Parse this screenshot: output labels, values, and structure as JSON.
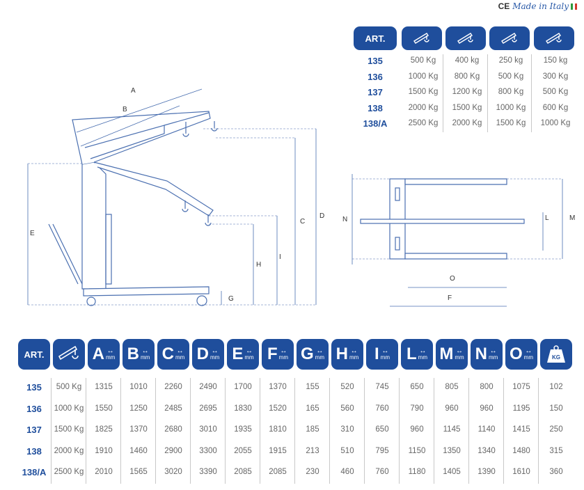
{
  "header": {
    "ce_mark": "CE",
    "made_in": "Made in Italy"
  },
  "capacity_table": {
    "art_label": "ART.",
    "columns": [
      "boom-pos-1-icon",
      "boom-pos-2-icon",
      "boom-pos-3-icon",
      "boom-pos-4-icon"
    ],
    "rows": [
      {
        "art": "135",
        "values": [
          "500 Kg",
          "400 kg",
          "250 kg",
          "150 kg"
        ]
      },
      {
        "art": "136",
        "values": [
          "1000 Kg",
          "800 Kg",
          "500 Kg",
          "300 Kg"
        ]
      },
      {
        "art": "137",
        "values": [
          "1500 Kg",
          "1200 Kg",
          "800 Kg",
          "500 Kg"
        ]
      },
      {
        "art": "138",
        "values": [
          "2000 Kg",
          "1500 Kg",
          "1000 Kg",
          "600 Kg"
        ]
      },
      {
        "art": "138/A",
        "values": [
          "2500 Kg",
          "2000 Kg",
          "1500 Kg",
          "1000 Kg"
        ]
      }
    ]
  },
  "diagram_labels": {
    "side": [
      "A",
      "B",
      "C",
      "D",
      "E",
      "G",
      "H",
      "I"
    ],
    "top": [
      "N",
      "L",
      "M",
      "O",
      "F"
    ]
  },
  "dimensions_table": {
    "art_label": "ART.",
    "unit_sub": "mm",
    "weight_label": "KG",
    "headers": [
      "A",
      "B",
      "C",
      "D",
      "E",
      "F",
      "G",
      "H",
      "I",
      "L",
      "M",
      "N",
      "O"
    ],
    "rows": [
      {
        "art": "135",
        "load": "500 Kg",
        "values": [
          "1315",
          "1010",
          "2260",
          "2490",
          "1700",
          "1370",
          "155",
          "520",
          "745",
          "650",
          "805",
          "800",
          "1075",
          "102"
        ]
      },
      {
        "art": "136",
        "load": "1000 Kg",
        "values": [
          "1550",
          "1250",
          "2485",
          "2695",
          "1830",
          "1520",
          "165",
          "560",
          "760",
          "790",
          "960",
          "960",
          "1195",
          "150"
        ]
      },
      {
        "art": "137",
        "load": "1500 Kg",
        "values": [
          "1825",
          "1370",
          "2680",
          "3010",
          "1935",
          "1810",
          "185",
          "310",
          "650",
          "960",
          "1145",
          "1140",
          "1415",
          "250"
        ]
      },
      {
        "art": "138",
        "load": "2000 Kg",
        "values": [
          "1910",
          "1460",
          "2900",
          "3300",
          "2055",
          "1915",
          "213",
          "510",
          "795",
          "1150",
          "1350",
          "1340",
          "1480",
          "315"
        ]
      },
      {
        "art": "138/A",
        "load": "2500 Kg",
        "values": [
          "2010",
          "1565",
          "3020",
          "3390",
          "2085",
          "2085",
          "230",
          "460",
          "760",
          "1180",
          "1405",
          "1390",
          "1610",
          "360"
        ]
      }
    ]
  },
  "colors": {
    "accent": "#1f4e9c",
    "line": "#4a6fb0",
    "text": "#666666"
  }
}
